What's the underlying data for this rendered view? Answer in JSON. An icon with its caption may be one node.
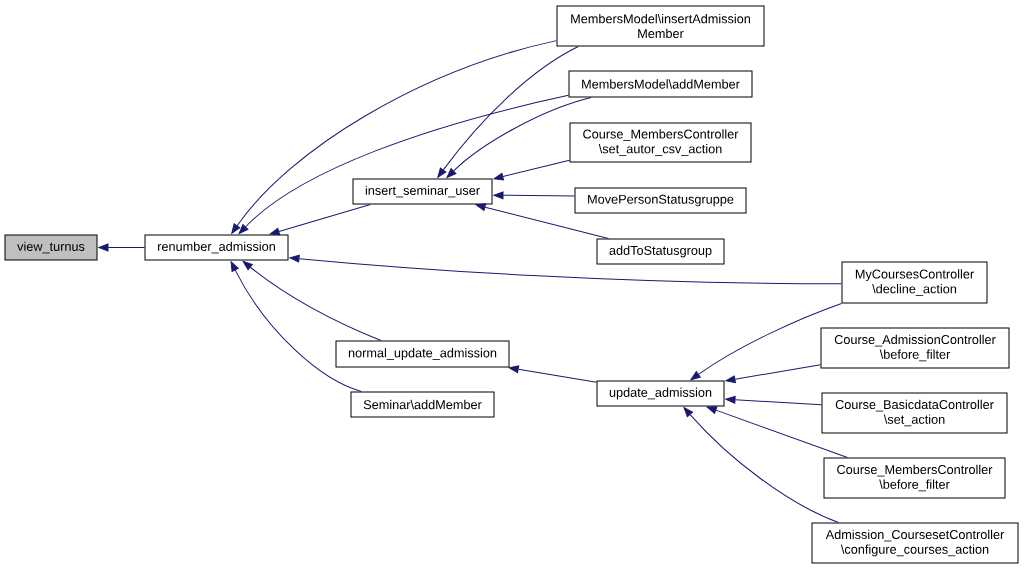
{
  "diagram": {
    "nodes": [
      {
        "text": [
          "view_turnus"
        ]
      },
      {
        "text": [
          "renumber_admission"
        ]
      },
      {
        "text": [
          "insert_seminar_user"
        ]
      },
      {
        "text": [
          "normal_update_admission"
        ]
      },
      {
        "text": [
          "Seminar\\addMember"
        ]
      },
      {
        "text": [
          "update_admission"
        ]
      },
      {
        "text": [
          "MembersModel\\insertAdmission Member"
        ]
      },
      {
        "text": [
          "MembersModel\\addMember"
        ]
      },
      {
        "text": [
          "Course_MembersController \\set_autor_csv_action"
        ]
      },
      {
        "text": [
          "MovePersonStatusgruppe"
        ]
      },
      {
        "text": [
          "addToStatusgroup"
        ]
      },
      {
        "text": [
          "MyCoursesController \\decline_action"
        ]
      },
      {
        "text": [
          "Course_AdmissionController \\before_filter"
        ]
      },
      {
        "text": [
          "Course_BasicdataController \\set_action"
        ]
      },
      {
        "text": [
          "Course_MembersController \\before_filter"
        ]
      },
      {
        "text": [
          "Admission_CoursesetController \\configure_courses_action"
        ]
      }
    ],
    "edges": [
      {
        "from": 1,
        "to": 0,
        "arrow": "to"
      },
      {
        "from": 6,
        "to": 1,
        "arrow": "to"
      },
      {
        "from": 7,
        "to": 1,
        "arrow": "to"
      },
      {
        "from": 2,
        "to": 1,
        "arrow": "to"
      },
      {
        "from": 11,
        "to": 1,
        "arrow": "to"
      },
      {
        "from": 3,
        "to": 1,
        "arrow": "to"
      },
      {
        "from": 4,
        "to": 1,
        "arrow": "to"
      },
      {
        "from": 6,
        "to": 2,
        "arrow": "to"
      },
      {
        "from": 7,
        "to": 2,
        "arrow": "to"
      },
      {
        "from": 8,
        "to": 2,
        "arrow": "to"
      },
      {
        "from": 9,
        "to": 2,
        "arrow": "to"
      },
      {
        "from": 10,
        "to": 2,
        "arrow": "to"
      },
      {
        "from": 5,
        "to": 3,
        "arrow": "to"
      },
      {
        "from": 11,
        "to": 5,
        "arrow": "to"
      },
      {
        "from": 12,
        "to": 5,
        "arrow": "to"
      },
      {
        "from": 13,
        "to": 5,
        "arrow": "to"
      },
      {
        "from": 14,
        "to": 5,
        "arrow": "to"
      },
      {
        "from": 15,
        "to": 5,
        "arrow": "to"
      }
    ]
  }
}
